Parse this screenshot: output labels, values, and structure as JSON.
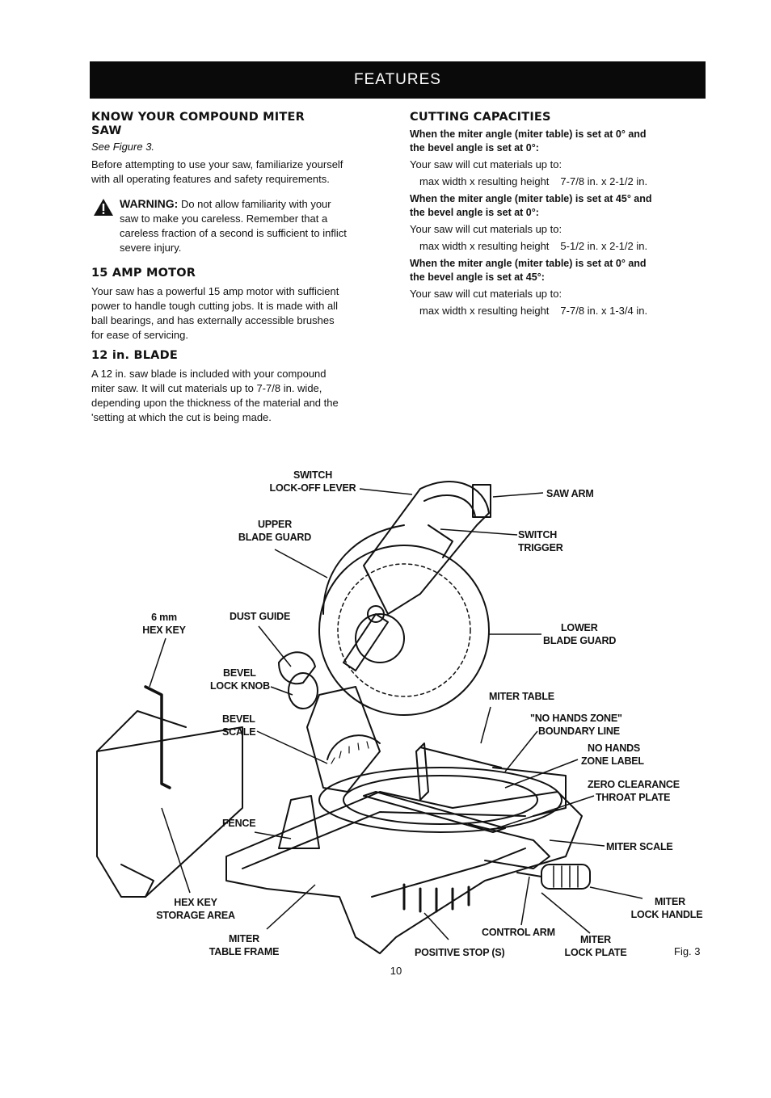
{
  "header": {
    "title": "FEATURES"
  },
  "left": {
    "know_title_1": "KNOW YOUR COMPOUND MITER",
    "know_title_2": "SAW",
    "see_figure": "See Figure 3.",
    "intro_1": "Before attempting to use your saw, familiarize yourself",
    "intro_2": "with all operating features and safety requirements.",
    "warning_label": "WARNING:",
    "warning_1": " Do not allow familiarity with your",
    "warning_2": "saw to make you careless. Remember that a",
    "warning_3": "careless fraction of a second is sufficient to inflict",
    "warning_4": "severe injury.",
    "motor_title": "15 AMP MOTOR",
    "motor_1": "Your saw has a powerful 15 amp motor with sufficient",
    "motor_2": "power to handle tough cutting jobs. It is made with all",
    "motor_3": "ball bearings, and has externally accessible brushes",
    "motor_4": "for ease of servicing.",
    "blade_title": "12 in. BLADE",
    "blade_1": "A 12 in. saw blade is included with your compound",
    "blade_2": "miter saw. It will cut materials up to 7-7/8 in. wide,",
    "blade_3": "depending upon the thickness of the material and the",
    "blade_4": "'setting at which the cut is being made."
  },
  "right": {
    "title": "CUTTING CAPACITIES",
    "c1_cond_1": "When the miter angle (miter table) is set at 0° and",
    "c1_cond_2": "the bevel angle is set at 0°:",
    "c1_text": "Your saw will cut materials up to:",
    "c1_dim_label": "max width x resulting height",
    "c1_dim_value": "7-7/8 in. x 2-1/2 in.",
    "c2_cond_1": "When the miter angle (miter table) is set at 45° and",
    "c2_cond_2": "the bevel angle is set at 0°:",
    "c2_text": "Your saw will cut materials up to:",
    "c2_dim_label": "max width x resulting height",
    "c2_dim_value": "5-1/2 in. x 2-1/2 in.",
    "c3_cond_1": "When the miter angle (miter table) is set at 0° and",
    "c3_cond_2": "the bevel angle is set at 45°:",
    "c3_text": "Your saw will cut materials up to:",
    "c3_dim_label": "max width x resulting height",
    "c3_dim_value": "7-7/8 in. x 1-3/4 in."
  },
  "figure": {
    "labels": {
      "switch_lockoff_1": "SWITCH",
      "switch_lockoff_2": "LOCK-OFF LEVER",
      "saw_arm": "SAW ARM",
      "upper_guard_1": "UPPER",
      "upper_guard_2": "BLADE GUARD",
      "switch_trigger_1": "SWITCH",
      "switch_trigger_2": "TRIGGER",
      "hex_key_1": "6 mm",
      "hex_key_2": "HEX KEY",
      "dust_guide": "DUST GUIDE",
      "lower_guard_1": "LOWER",
      "lower_guard_2": "BLADE GUARD",
      "bevel_knob_1": "BEVEL",
      "bevel_knob_2": "LOCK KNOB",
      "miter_table": "MITER TABLE",
      "bevel_scale_1": "BEVEL",
      "bevel_scale_2": "SCALE",
      "no_hands_zone_1": "\"NO HANDS ZONE\"",
      "no_hands_zone_2": "BOUNDARY LINE",
      "no_hands_label_1": "NO HANDS",
      "no_hands_label_2": "ZONE LABEL",
      "zero_clearance_1": "ZERO CLEARANCE",
      "zero_clearance_2": "THROAT PLATE",
      "fence": "FENCE",
      "miter_scale": "MITER SCALE",
      "hex_storage_1": "HEX KEY",
      "hex_storage_2": "STORAGE AREA",
      "miter_lock_handle_1": "MITER",
      "miter_lock_handle_2": "LOCK HANDLE",
      "control_arm": "CONTROL ARM",
      "miter_frame_1": "MITER",
      "miter_frame_2": "TABLE FRAME",
      "positive_stop": "POSITIVE STOP (S)",
      "miter_lock_plate_1": "MITER",
      "miter_lock_plate_2": "LOCK PLATE"
    },
    "caption": "Fig. 3"
  },
  "page_number": "10"
}
